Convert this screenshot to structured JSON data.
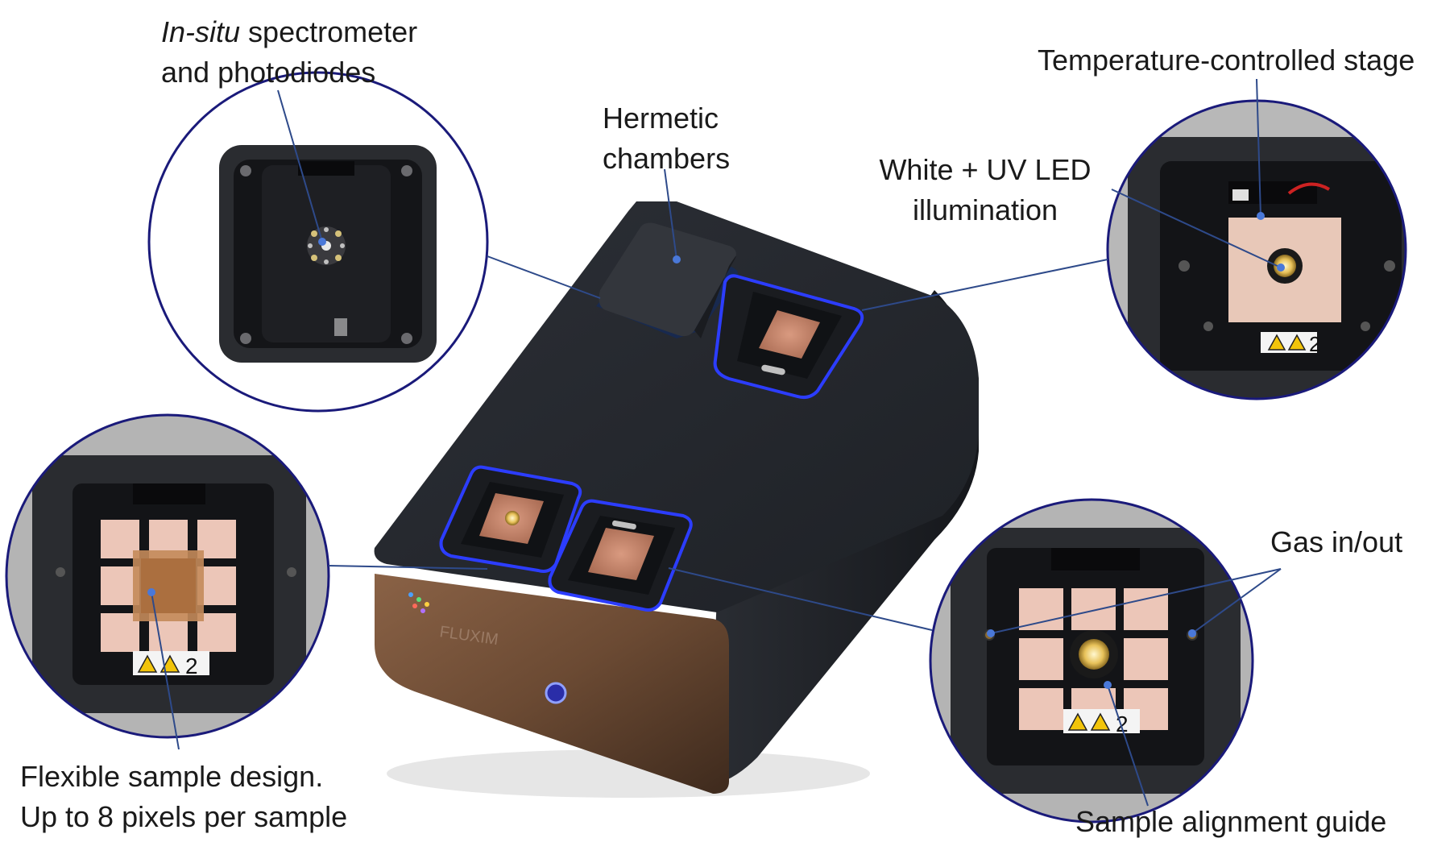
{
  "callouts": {
    "spectrometer": {
      "italic": "In-situ",
      "line1_rest": " spectrometer",
      "line2": "and photodiodes"
    },
    "hermetic": {
      "line1": "Hermetic",
      "line2": "chambers"
    },
    "temperature": {
      "line1": "Temperature-controlled stage"
    },
    "led": {
      "line1": "White + UV LED",
      "line2": "illumination"
    },
    "gas": {
      "line1": "Gas in/out"
    },
    "flexible": {
      "line1": "Flexible sample design.",
      "line2": "Up to 8 pixels per sample"
    },
    "alignment": {
      "line1": "Sample alignment guide"
    }
  },
  "device": {
    "brand_text": "FLUXIM",
    "slot_number": "2"
  },
  "colors": {
    "accent": "#1f22b8",
    "device_body": "#23262c",
    "device_front": "#6b4a33",
    "copper": "#c8866a"
  }
}
